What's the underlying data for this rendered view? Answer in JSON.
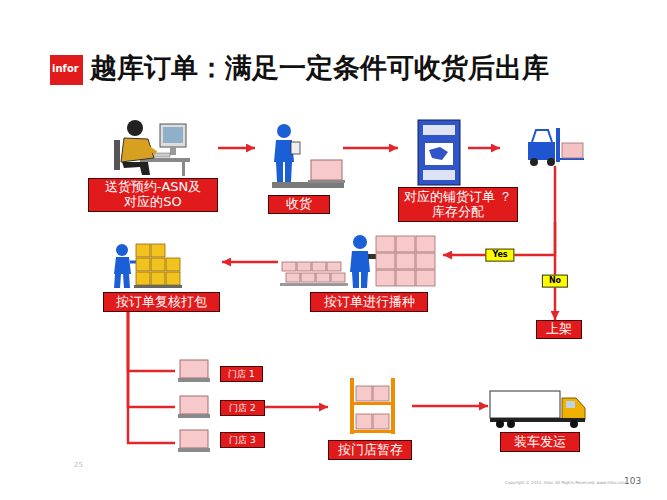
{
  "diagram": {
    "title": "越库订单：满足一定条件可收货后出库",
    "nodes": [
      {
        "text": [
          "送货预约-ASN及 对应的SO"
        ]
      },
      {
        "text": [
          "收货"
        ]
      },
      {
        "text": [
          "对应的铺货订单 ？ 库存分配"
        ]
      },
      {
        "text": [
          "按订单进行播种"
        ]
      },
      {
        "text": [
          "按订单复核打包"
        ]
      },
      {
        "text": [
          "上架"
        ]
      },
      {
        "text": [
          "门店 1"
        ]
      },
      {
        "text": [
          "门店 2"
        ]
      },
      {
        "text": [
          "门店 3"
        ]
      },
      {
        "text": [
          "按门店暂存"
        ]
      },
      {
        "text": [
          "装车发运"
        ]
      }
    ],
    "edges": [
      {
        "from": 0,
        "to": 1,
        "arrow": "to"
      },
      {
        "from": 1,
        "to": 2,
        "arrow": "to"
      },
      {
        "from": 2,
        "to": 3,
        "label": "Yes",
        "arrow": "to"
      },
      {
        "from": 2,
        "to": 5,
        "label": "No",
        "arrow": "to"
      },
      {
        "from": 3,
        "to": 4,
        "arrow": "to"
      },
      {
        "from": 4,
        "to": 6,
        "arrow": "none"
      },
      {
        "from": 4,
        "to": 7,
        "arrow": "none"
      },
      {
        "from": 4,
        "to": 8,
        "arrow": "none"
      },
      {
        "from": 7,
        "to": 9,
        "arrow": "to"
      },
      {
        "from": 9,
        "to": 10,
        "arrow": "to"
      }
    ],
    "labels": [
      "infor",
      "25",
      "103",
      "Copyright © 2012. Infor. All Rights Reserved. www.infor.com"
    ]
  }
}
